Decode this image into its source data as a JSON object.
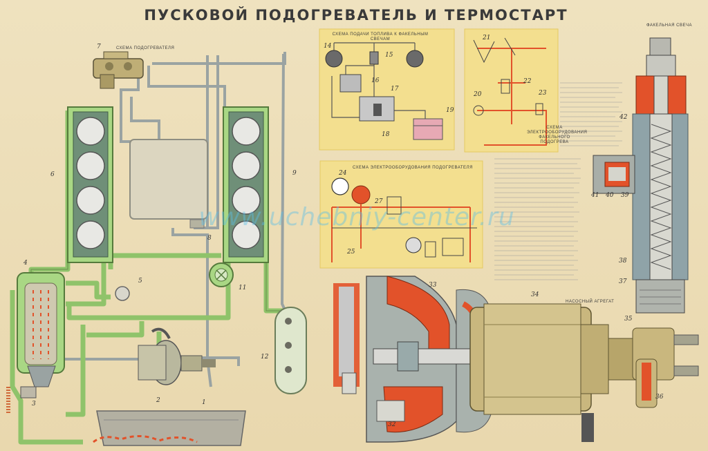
{
  "poster": {
    "title": "ПУСКОВОЙ ПОДОГРЕВАТЕЛЬ И ТЕРМОСТАРТ",
    "watermark": "www.uchebniy-center.ru",
    "colors": {
      "background": "#ecdcb6",
      "coolant_green": "#8fc36a",
      "fuel_orange": "#e2522a",
      "metal_gold": "#c9b77e",
      "cast_iron_blue": "#8fa3a8"
    }
  },
  "labels": {
    "heater_scheme": "СХЕМА ПОДОГРЕВАТЕЛЯ",
    "fuel_supply_scheme": "СХЕМА ПОДАЧИ ТОПЛИВА К ФАКЕЛЬНЫМ СВЕЧАМ",
    "torch_electrical_scheme": "СХЕМА ЭЛЕКТРООБОРУДОВАНИЯ ФАКЕЛЬНОГО ПОДОГРЕВА",
    "heater_electrical_scheme": "СХЕМА ЭЛЕКТРООБОРУДОВАНИЯ ПОДОГРЕВАТЕЛЯ",
    "glow_plug": "ФАКЕЛЬНАЯ СВЕЧА",
    "pump_unit": "НАСОСНЫЙ АГРЕГАТ"
  },
  "numbers": [
    "1",
    "2",
    "3",
    "4",
    "5",
    "6",
    "7",
    "8",
    "9",
    "11",
    "12",
    "14",
    "15",
    "16",
    "17",
    "18",
    "19",
    "20",
    "21",
    "22",
    "23",
    "24",
    "25",
    "27",
    "32",
    "33",
    "34",
    "35",
    "36",
    "37",
    "38",
    "39",
    "40",
    "41",
    "42"
  ]
}
